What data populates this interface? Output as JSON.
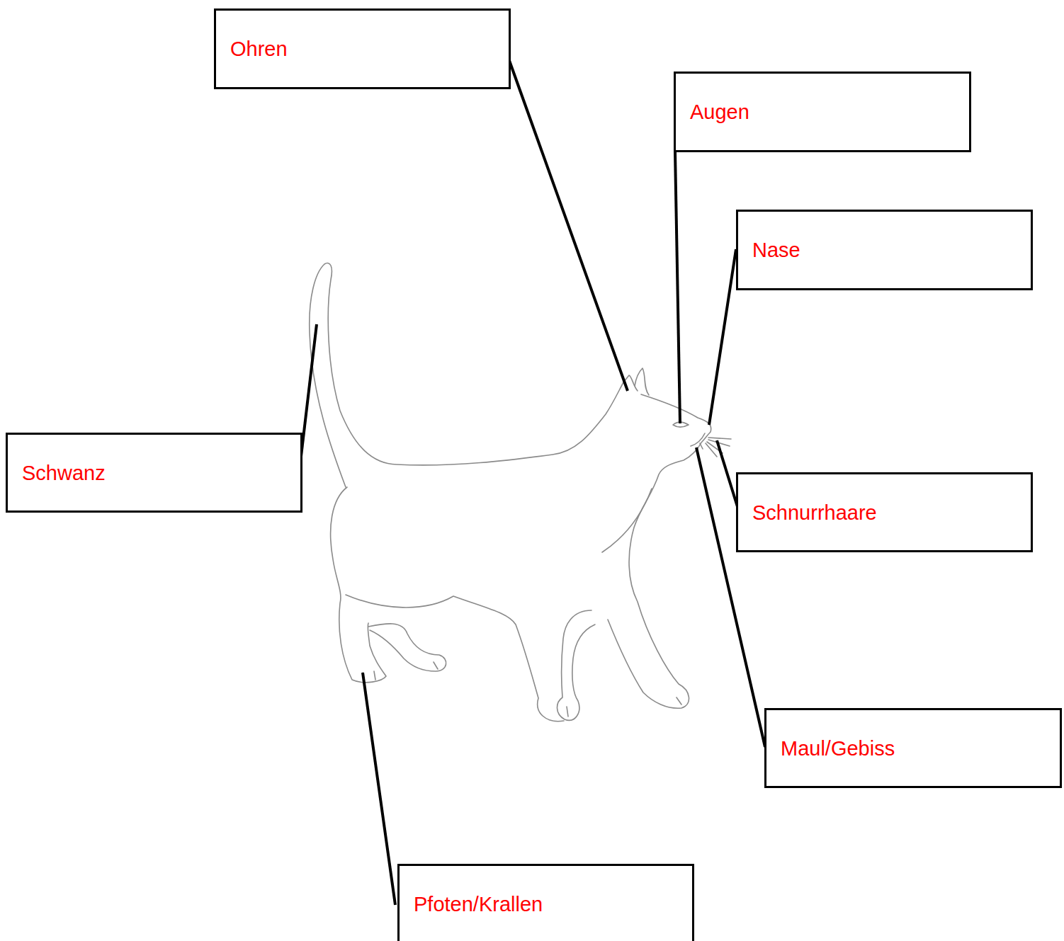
{
  "diagram": {
    "nodes": [
      {
        "text": [
          "Ohren"
        ]
      },
      {
        "text": [
          "Augen"
        ]
      },
      {
        "text": [
          "Nase"
        ]
      },
      {
        "text": [
          "Schwanz"
        ]
      },
      {
        "text": [
          "Schnurrhaare"
        ]
      },
      {
        "text": [
          "Maul/Gebiss"
        ]
      },
      {
        "text": [
          "Pfoten/Krallen"
        ]
      }
    ]
  }
}
